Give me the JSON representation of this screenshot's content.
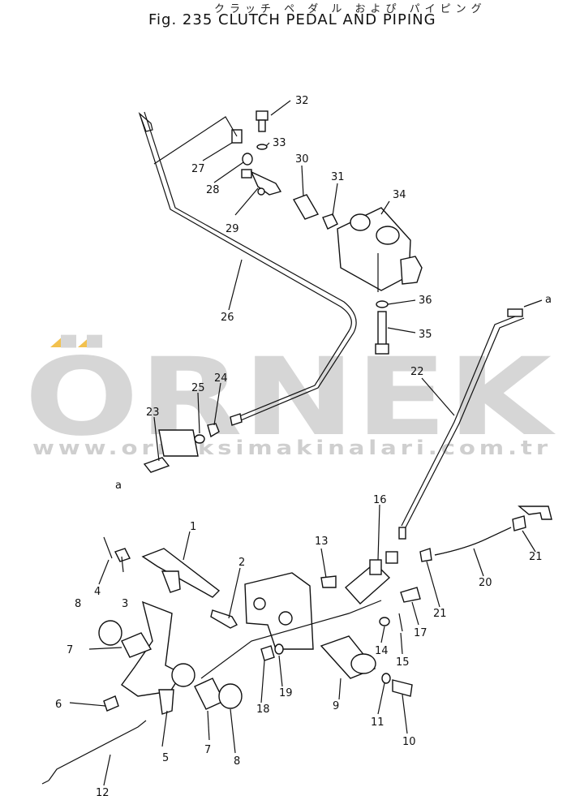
{
  "header": {
    "title_jp": "クラッチ ペ ダ ル およぴ パイピング",
    "title": "Fig. 235  CLUTCH PEDAL   AND   PIPING"
  },
  "watermark": {
    "logo_text": "ÖRNEK",
    "url": "www.orneksimakinalari.com.tr",
    "accent_color": "#f2c14e"
  },
  "callouts": [
    "1",
    "2",
    "3",
    "4",
    "5",
    "6",
    "7",
    "7",
    "8",
    "8",
    "9",
    "10",
    "11",
    "12",
    "13",
    "14",
    "15",
    "16",
    "17",
    "18",
    "19",
    "20",
    "21",
    "21",
    "22",
    "23",
    "24",
    "25",
    "26",
    "27",
    "28",
    "29",
    "30",
    "31",
    "32",
    "33",
    "34",
    "35",
    "36",
    "a",
    "a"
  ]
}
